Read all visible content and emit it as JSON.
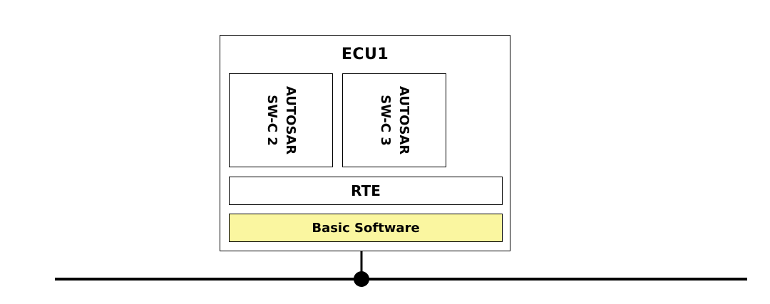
{
  "ecu": {
    "title": "ECU1",
    "components": [
      {
        "line1": "AUTOSAR",
        "line2": "SW-C 2"
      },
      {
        "line1": "AUTOSAR",
        "line2": "SW-C 3"
      }
    ],
    "rte_label": "RTE",
    "bsw_label": "Basic Software",
    "bsw_color": "#FAF6A0",
    "border_color": "#000000"
  },
  "bus": {
    "color": "#000000"
  }
}
